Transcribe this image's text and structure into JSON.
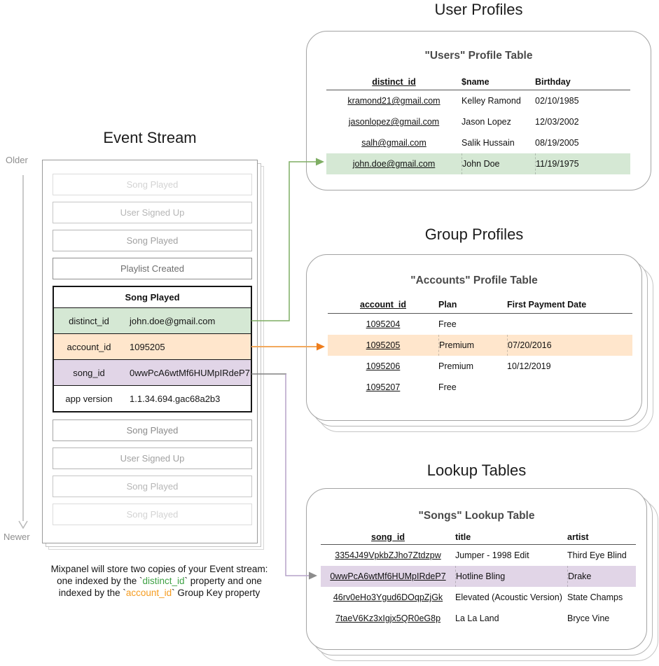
{
  "colors": {
    "green_highlight": "#d5e8d4",
    "orange_highlight": "#ffe6cc",
    "purple_highlight": "#e1d5e7",
    "green_arrow": "#7fae64",
    "orange_arrow_line": "#f2a95c",
    "orange_arrow_head": "#ee7d1d",
    "purple_arrow_line": "#b5a2c9",
    "purple_arrow_head": "#8c8c8c",
    "gray_stub": "#808080",
    "timeline_gray": "#b9b9b9",
    "caption_green": "#3fa145",
    "caption_orange": "#f59b1e"
  },
  "event_stream": {
    "title": "Event Stream",
    "older_label": "Older",
    "newer_label": "Newer",
    "events_before": [
      {
        "label": "Song Played",
        "fade": 0.3
      },
      {
        "label": "User Signed Up",
        "fade": 0.5
      },
      {
        "label": "Song Played",
        "fade": 0.65
      },
      {
        "label": "Playlist Created",
        "fade": 1.0
      }
    ],
    "selected_event": {
      "title": "Song Played",
      "properties": [
        {
          "key": "distinct_id",
          "value": "john.doe@gmail.com",
          "highlight": "green"
        },
        {
          "key": "account_id",
          "value": "1095205",
          "highlight": "orange"
        },
        {
          "key": "song_id",
          "value": "0wwPcA6wtMf6HUMpIRdeP7",
          "highlight": "purple"
        },
        {
          "key": "app version",
          "value": "1.1.34.694.gac68a2b3",
          "highlight": "none"
        }
      ]
    },
    "events_after": [
      {
        "label": "Song Played",
        "fade": 0.8
      },
      {
        "label": "User Signed Up",
        "fade": 0.65
      },
      {
        "label": "Song Played",
        "fade": 0.5
      },
      {
        "label": "Song Played",
        "fade": 0.3
      }
    ]
  },
  "user_profiles": {
    "section_title": "User Profiles",
    "table_title": "\"Users\" Profile Table",
    "columns": [
      "distinct_id",
      "$name",
      "Birthday"
    ],
    "rows": [
      [
        "kramond21@gmail.com",
        "Kelley Ramond",
        "02/10/1985"
      ],
      [
        "jasonlopez@gmail.com",
        "Jason Lopez",
        "12/03/2002"
      ],
      [
        "salh@gmail.com",
        "Salik Hussain",
        "08/19/2005"
      ],
      [
        "john.doe@gmail.com",
        "John Doe",
        "11/19/1975"
      ]
    ],
    "highlight_row": 3,
    "highlight": "green"
  },
  "group_profiles": {
    "section_title": "Group Profiles",
    "table_title": "\"Accounts\" Profile Table",
    "columns": [
      "account_id",
      "Plan",
      "First Payment Date"
    ],
    "rows": [
      [
        "1095204",
        "Free",
        ""
      ],
      [
        "1095205",
        "Premium",
        "07/20/2016"
      ],
      [
        "1095206",
        "Premium",
        "10/12/2019"
      ],
      [
        "1095207",
        "Free",
        ""
      ]
    ],
    "highlight_row": 1,
    "highlight": "orange"
  },
  "lookup_tables": {
    "section_title": "Lookup Tables",
    "table_title": "\"Songs\" Lookup Table",
    "columns": [
      "song_id",
      "title",
      "artist"
    ],
    "rows": [
      [
        "3354J49VpkbZJho7Ztdzpw",
        "Jumper - 1998 Edit",
        "Third Eye Blind"
      ],
      [
        "0wwPcA6wtMf6HUMpIRdeP7",
        "Hotline Bling",
        "Drake"
      ],
      [
        "46rv0eHo3Ygud6DOqpZjGk",
        "Elevated (Acoustic Version)",
        "State Champs"
      ],
      [
        "7taeV6Kz3xIgjx5QR0eG8p",
        "La La Land",
        "Bryce Vine"
      ]
    ],
    "highlight_row": 1,
    "highlight": "purple"
  },
  "caption": {
    "lines": [
      [
        {
          "text": "Mixpanel will store two copies of your Event stream:"
        }
      ],
      [
        {
          "text": "one indexed by the `"
        },
        {
          "text": "distinct_id",
          "color": "green"
        },
        {
          "text": "` property and one"
        }
      ],
      [
        {
          "text": "indexed by the `"
        },
        {
          "text": "account_id",
          "color": "orange"
        },
        {
          "text": "` Group Key property"
        }
      ]
    ]
  }
}
